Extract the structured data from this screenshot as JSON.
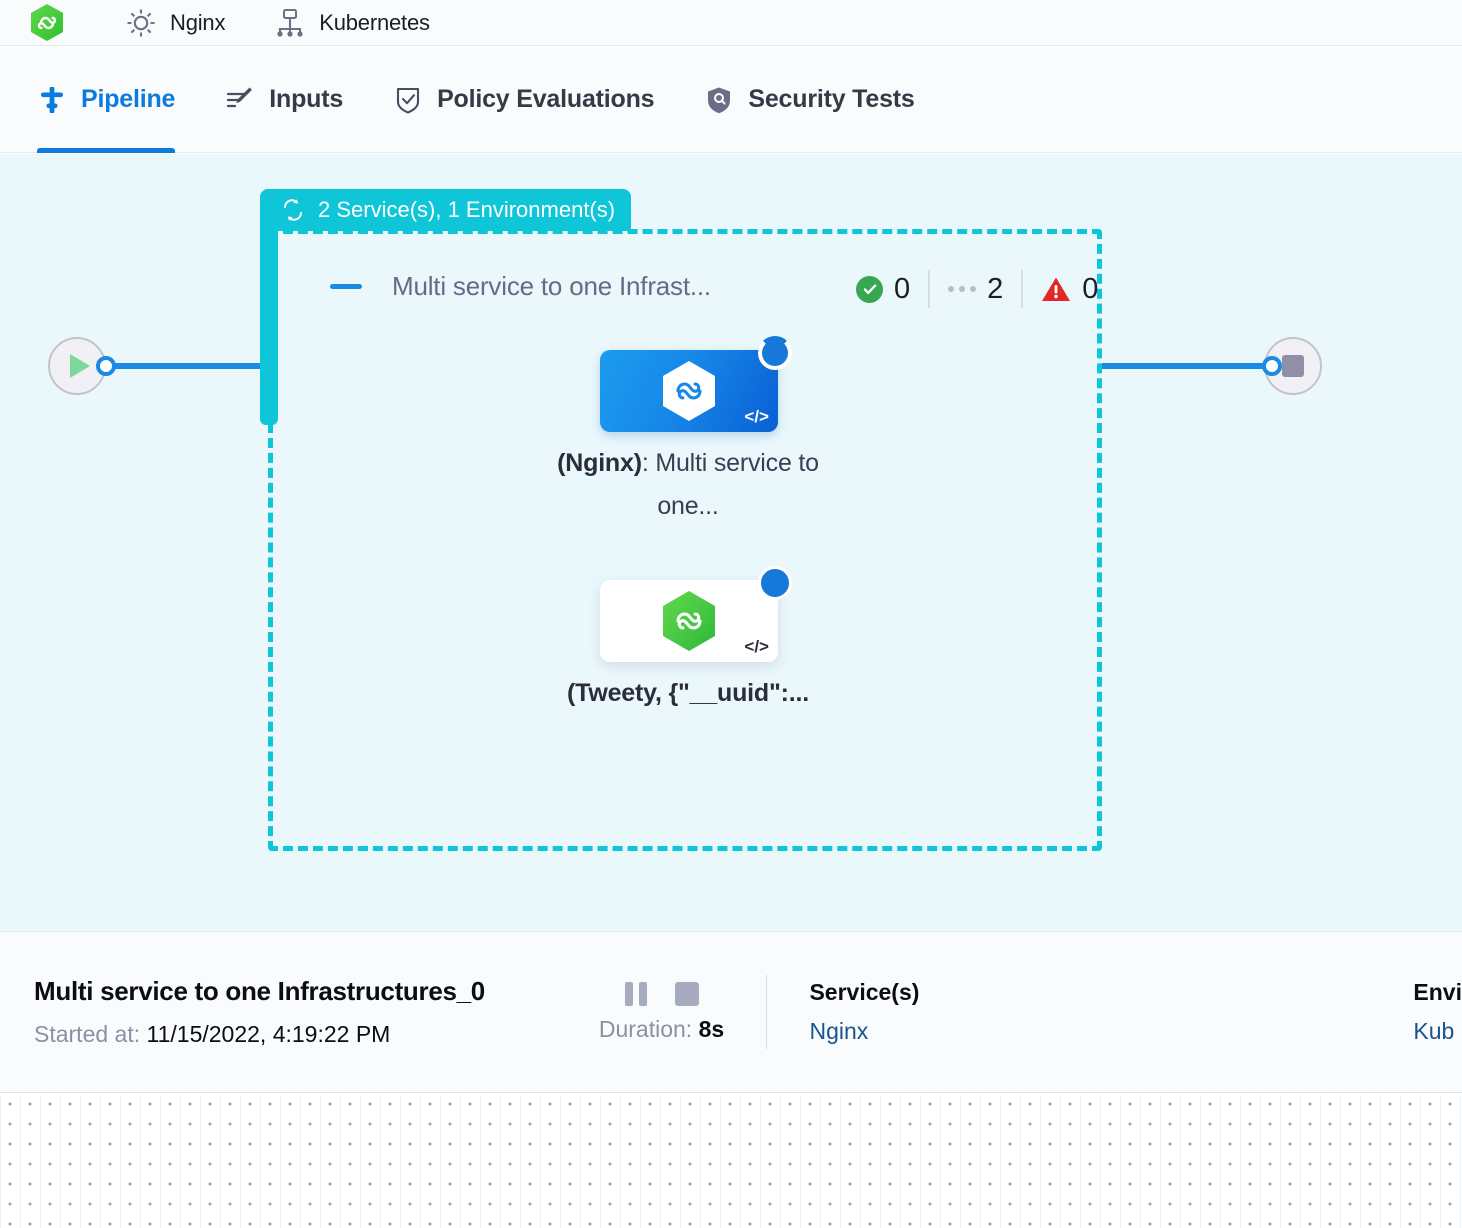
{
  "topbar": {
    "items": [
      {
        "icon": "hexagon-infinity-logo-icon",
        "label": ""
      },
      {
        "icon": "gear-icon",
        "label": "Nginx"
      },
      {
        "icon": "kubernetes-icon",
        "label": "Kubernetes"
      }
    ]
  },
  "tabs": [
    {
      "icon": "pipeline-icon",
      "label": "Pipeline",
      "active": true
    },
    {
      "icon": "inputs-icon",
      "label": "Inputs",
      "active": false
    },
    {
      "icon": "policy-shield-check-icon",
      "label": "Policy Evaluations",
      "active": false
    },
    {
      "icon": "security-shield-icon",
      "label": "Security Tests",
      "active": false
    }
  ],
  "canvas": {
    "group_badge": {
      "icon": "loop-repeat-icon",
      "label": "2 Service(s), 1 Environment(s)",
      "color": "#0fc5d8"
    },
    "group": {
      "collapse_icon": "minus-collapse-icon",
      "title": "Multi service to one Infrast...",
      "status": {
        "success_count": "0",
        "pending_count": "2",
        "error_count": "0",
        "success_color": "#36a852",
        "error_color": "#e03030"
      }
    },
    "nodes": [
      {
        "id": "nginx-node",
        "icon": "hexagon-infinity-icon",
        "code_icon": "code-brackets-icon",
        "status_icon": "spinner-running-icon",
        "caption_bold": "(Nginx)",
        "caption_rest": ": Multi service to one..."
      },
      {
        "id": "tweety-node",
        "icon": "hexagon-infinity-icon",
        "code_icon": "code-brackets-icon",
        "status_icon": "spinner-running-icon",
        "caption_bold": "(Tweety, {\"__uuid\":...",
        "caption_rest": ""
      }
    ],
    "start_node": {
      "icon": "play-icon"
    },
    "end_node": {
      "icon": "stop-square-icon"
    }
  },
  "detail": {
    "title": "Multi service to one Infrastructures_0",
    "started_label": "Started at:",
    "started_value": "11/15/2022, 4:19:22 PM",
    "pause_icon": "pause-icon",
    "stop_icon": "stop-icon",
    "duration_label": "Duration:",
    "duration_value": "8s",
    "services_head": "Service(s)",
    "services_value": "Nginx",
    "environments_head": "Envi",
    "environments_value": "Kub"
  }
}
